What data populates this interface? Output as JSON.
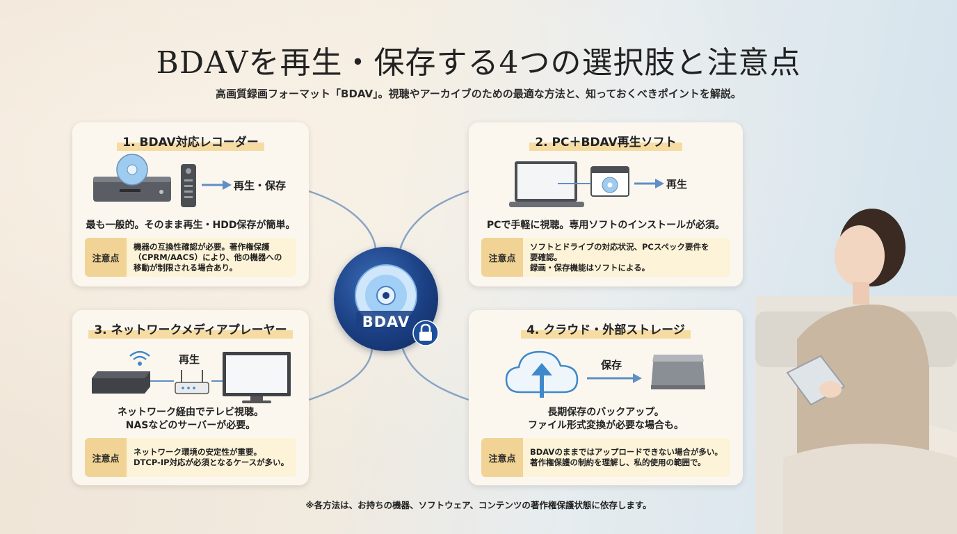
{
  "header": {
    "title": "BDAVを再生・保存する4つの選択肢と注意点",
    "subtitle": "高画質録画フォーマット「BDAV」。視聴やアーカイブのための最適な方法と、知っておくべきポイントを解説。"
  },
  "hub": {
    "label": "BDAV"
  },
  "note_label": "注意点",
  "cards": [
    {
      "title": "1. BDAV対応レコーダー",
      "action": "再生・保存",
      "description": "最も一般的。そのまま再生・HDD保存が簡単。",
      "note": "機器の互換性確認が必要。著作権保護\n（CPRM/AACS）により、他の機器への\n移動が制限される場合あり。"
    },
    {
      "title": "2. PC＋BDAV再生ソフト",
      "action": "再生",
      "description": "PCで手軽に視聴。専用ソフトのインストールが必須。",
      "note": "ソフトとドライブの対応状況、PCスペック要件を\n要確認。\n録画・保存機能はソフトによる。"
    },
    {
      "title": "3. ネットワークメディアプレーヤー",
      "action": "再生",
      "description": "ネットワーク経由でテレビ視聴。\nNASなどのサーバーが必要。",
      "note": "ネットワーク環境の安定性が重要。\nDTCP-IP対応が必須となるケースが多い。"
    },
    {
      "title": "4. クラウド・外部ストレージ",
      "action": "保存",
      "description": "長期保存のバックアップ。\nファイル形式変換が必要な場合も。",
      "note": "BDAVのままではアップロードできない場合が多い。\n著作権保護の制約を理解し、私的使用の範囲で。"
    }
  ],
  "footer": "※各方法は、お持ちの機器、ソフトウェア、コンテンツの著作権保護状態に依存します。",
  "colors": {
    "accent_highlight": "#f6dca2",
    "note_label_bg": "#f1d495",
    "hub_blue": "#1b3f82",
    "connector": "#8aa4c2"
  }
}
